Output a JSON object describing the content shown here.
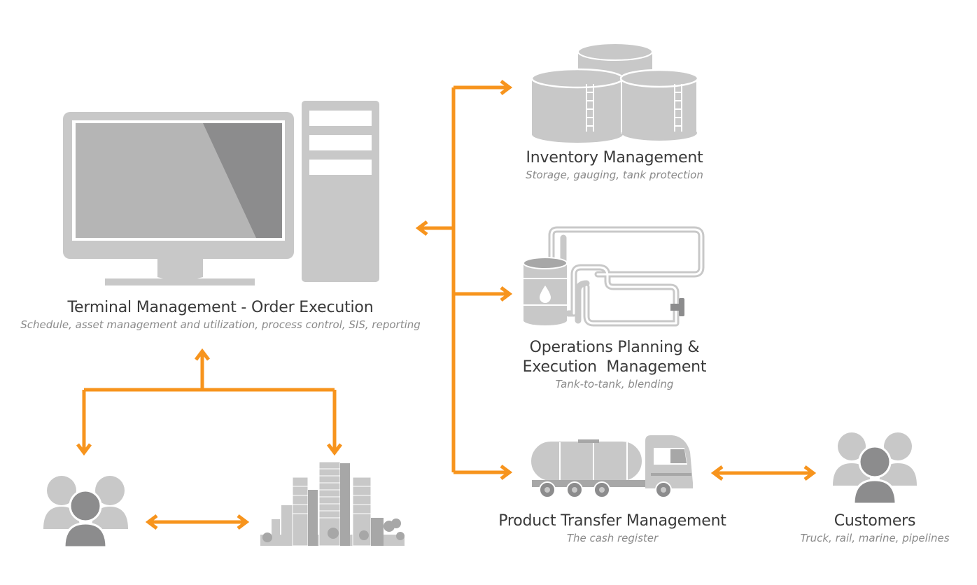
{
  "nodes": {
    "terminal": {
      "title": "Terminal Management - Order Execution",
      "subtitle": "Schedule, asset management and utilization, process control, SIS, reporting"
    },
    "inventory": {
      "title": "Inventory Management",
      "subtitle": "Storage, gauging, tank protection"
    },
    "operations": {
      "title_line1": "Operations Planning &",
      "title_line2": "Execution  Management",
      "subtitle": "Tank-to-tank, blending"
    },
    "product_transfer": {
      "title": "Product Transfer Management",
      "subtitle": "The cash register"
    },
    "customers": {
      "title": "Customers",
      "subtitle": "Truck, rail, marine, pipelines"
    }
  },
  "colors": {
    "arrow": "#f7941d",
    "icon_light": "#c8c8c8",
    "icon_mid": "#a7a7a7",
    "icon_dark": "#8c8c8d"
  },
  "icons": {
    "computer": "desktop-computer-icon",
    "tanks": "storage-tanks-icon",
    "pipes": "pipeline-barrel-icon",
    "truck": "tanker-truck-icon",
    "people_left": "people-group-icon",
    "city": "city-buildings-icon",
    "customers": "customers-group-icon"
  }
}
